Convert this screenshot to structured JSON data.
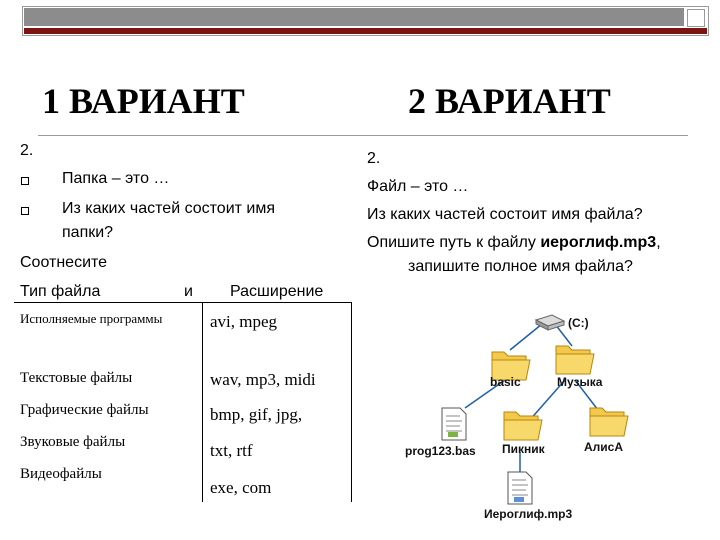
{
  "variant1": {
    "title": "1 ВАРИАНТ",
    "number": "2.",
    "q1": "Папка – это …",
    "q2_line1": "Из каких частей состоит имя",
    "q2_line2": "папки?",
    "match_label": "Соотнесите",
    "col_type": "Тип файла",
    "col_and": "и",
    "col_ext": "Расширение",
    "types": [
      "Исполняемые программы",
      "Текстовые файлы",
      "Графические файлы",
      "Звуковые файлы",
      "Видеофайлы"
    ],
    "extensions": [
      "avi, mpeg",
      "wav, mp3, midi",
      "bmp, gif, jpg,",
      "txt, rtf",
      "exe, com"
    ]
  },
  "variant2": {
    "title": "2 ВАРИАНТ",
    "number": "2.",
    "q1": "Файл – это …",
    "q2": "Из каких частей состоит имя файла?",
    "q3_prefix": "Опишите путь к файлу ",
    "q3_file": "иероглиф.mp3",
    "q3_suffix": ",",
    "q3_line2": "запишите полное имя файла?"
  },
  "tree": {
    "root": "(C:)",
    "basic": "basic",
    "music": "Музыка",
    "prog": "prog123.bas",
    "picnic": "Пикник",
    "alisa": "АлисА",
    "hiero": "Иероглиф.mp3"
  },
  "colors": {
    "bar_gray": "#8c8c8c",
    "bar_red": "#7a1512",
    "folder": "#f2c94c",
    "tree_line": "#1f5fa8"
  }
}
